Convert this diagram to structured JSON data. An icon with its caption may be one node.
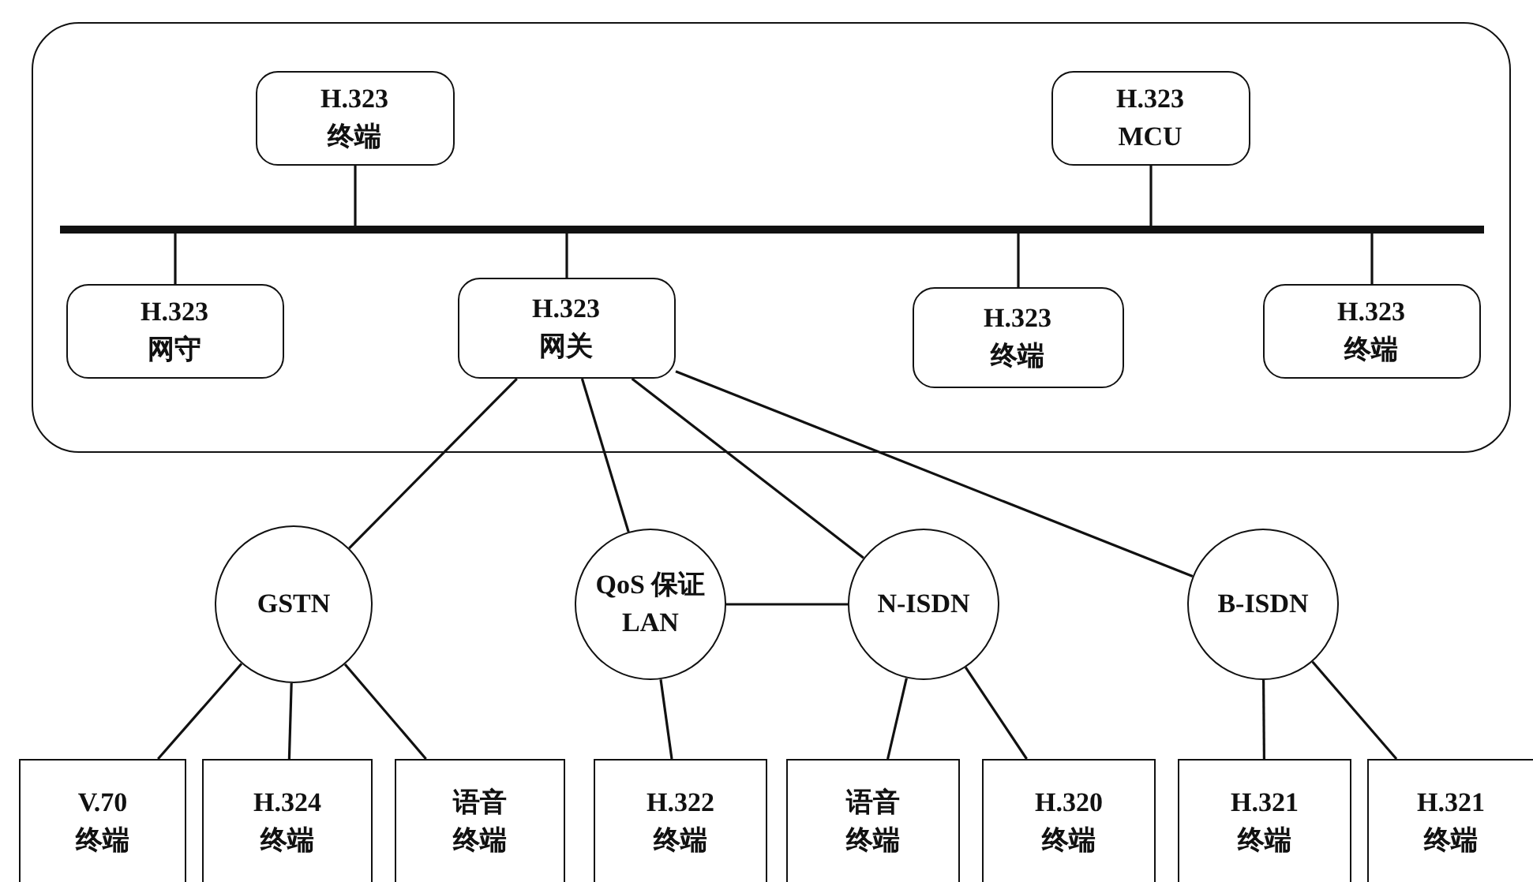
{
  "diagram": {
    "nodes": [
      {
        "text": [],
        "shape": "box"
      },
      {
        "text": [
          "H.323 终端"
        ],
        "in": 0
      },
      {
        "text": [
          "H.323 MCU"
        ],
        "in": 0
      },
      {
        "text": [],
        "shape": "bar",
        "in": 0
      },
      {
        "text": [
          "H.323 网守"
        ],
        "in": 0
      },
      {
        "text": [
          "H.323 网关"
        ],
        "in": 0
      },
      {
        "text": [
          "H.323 终端"
        ],
        "in": 0
      },
      {
        "text": [
          "H.323 终端"
        ],
        "in": 0
      },
      {
        "text": [
          "GSTN"
        ]
      },
      {
        "text": [
          "QoS 保证 LAN"
        ]
      },
      {
        "text": [
          "N-ISDN"
        ]
      },
      {
        "text": [
          "B-ISDN"
        ]
      },
      {
        "text": [
          "V.70 终端"
        ]
      },
      {
        "text": [
          "H.324 终端"
        ]
      },
      {
        "text": [
          "语音终端"
        ]
      },
      {
        "text": [
          "H.322 终端"
        ]
      },
      {
        "text": [
          "语音终端"
        ]
      },
      {
        "text": [
          "H.320 终端"
        ]
      },
      {
        "text": [
          "H.321 终端"
        ]
      },
      {
        "text": [
          "H.321 终端"
        ]
      }
    ],
    "edges": [
      {
        "from": 1,
        "to": 3,
        "arrow": "none"
      },
      {
        "from": 2,
        "to": 3,
        "arrow": "none"
      },
      {
        "from": 4,
        "to": 3,
        "arrow": "none"
      },
      {
        "from": 5,
        "to": 3,
        "arrow": "none"
      },
      {
        "from": 6,
        "to": 3,
        "arrow": "none"
      },
      {
        "from": 7,
        "to": 3,
        "arrow": "none"
      },
      {
        "from": 5,
        "to": 8,
        "arrow": "none"
      },
      {
        "from": 5,
        "to": 9,
        "arrow": "none"
      },
      {
        "from": 5,
        "to": 10,
        "arrow": "none"
      },
      {
        "from": 5,
        "to": 11,
        "arrow": "none"
      },
      {
        "from": 9,
        "to": 10,
        "arrow": "none"
      },
      {
        "from": 8,
        "to": 12,
        "arrow": "none"
      },
      {
        "from": 8,
        "to": 13,
        "arrow": "none"
      },
      {
        "from": 8,
        "to": 14,
        "arrow": "none"
      },
      {
        "from": 9,
        "to": 15,
        "arrow": "none"
      },
      {
        "from": 10,
        "to": 16,
        "arrow": "none"
      },
      {
        "from": 10,
        "to": 17,
        "arrow": "none"
      },
      {
        "from": 11,
        "to": 18,
        "arrow": "none"
      },
      {
        "from": 11,
        "to": 19,
        "arrow": "none"
      }
    ]
  }
}
